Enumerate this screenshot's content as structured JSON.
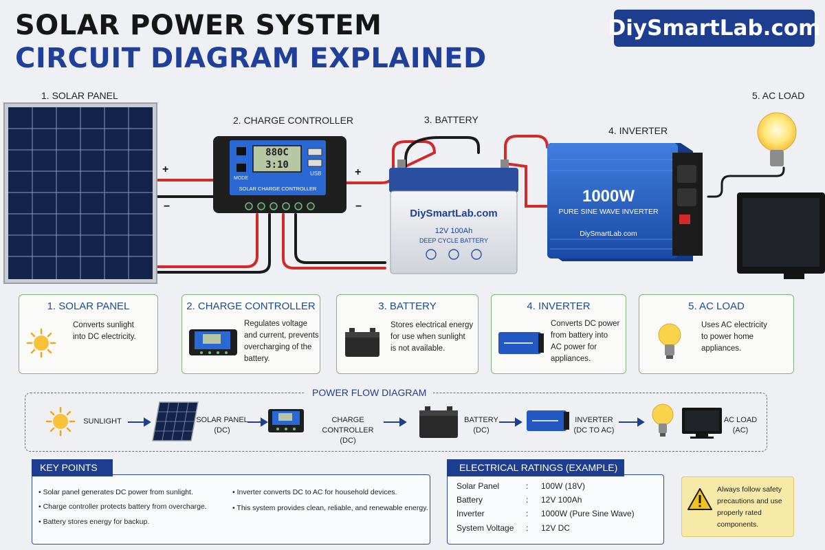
{
  "header": {
    "title_line1": "SOLAR POWER SYSTEM",
    "title_line2": "CIRCUIT DIAGRAM EXPLAINED",
    "brand": "DiySmartLab.com"
  },
  "diagram": {
    "labels": {
      "solar_panel": "1. SOLAR PANEL",
      "charge_controller": "2. CHARGE CONTROLLER",
      "battery": "3. BATTERY",
      "inverter": "4. INVERTER",
      "ac_load": "5. AC LOAD"
    },
    "plus": "+",
    "minus": "−",
    "controller": {
      "display_top": "880C",
      "display_bottom": "3:10",
      "name": "SOLAR CHARGE CONTROLLER",
      "usb": "USB",
      "mode": "MODE"
    },
    "battery": {
      "brand": "DiySmartLab.com",
      "rating": "12V 100Ah",
      "type": "DEEP CYCLE BATTERY"
    },
    "inverter": {
      "power": "1000W",
      "type": "PURE SINE WAVE INVERTER",
      "brand": "DiySmartLab.com"
    }
  },
  "cards": [
    {
      "title": "1. SOLAR PANEL",
      "desc": [
        "Converts sunlight",
        "into DC electricity."
      ]
    },
    {
      "title": "2. CHARGE CONTROLLER",
      "desc": [
        "Regulates voltage",
        "and current, prevents",
        "overcharging of the",
        "battery."
      ]
    },
    {
      "title": "3. BATTERY",
      "desc": [
        "Stores electrical energy",
        "for use when sunlight",
        "is not available."
      ]
    },
    {
      "title": "4. INVERTER",
      "desc": [
        "Converts DC power",
        "from battery into",
        "AC power for",
        "appliances."
      ]
    },
    {
      "title": "5. AC LOAD",
      "desc": [
        "Uses AC electricity",
        "to power home",
        "appliances."
      ]
    }
  ],
  "flow": {
    "title": "POWER FLOW DIAGRAM",
    "steps": [
      {
        "l1": "SUNLIGHT",
        "l2": ""
      },
      {
        "l1": "SOLAR PANEL",
        "l2": "(DC)"
      },
      {
        "l1": "CHARGE CONTROLLER",
        "l2": "(DC)"
      },
      {
        "l1": "BATTERY",
        "l2": "(DC)"
      },
      {
        "l1": "INVERTER",
        "l2": "(DC TO AC)"
      },
      {
        "l1": "AC LOAD",
        "l2": "(AC)"
      }
    ]
  },
  "key_points": {
    "title": "KEY POINTS",
    "items": [
      "Solar panel generates DC power from sunlight.",
      "Charge controller protects battery from overcharge.",
      "Battery stores energy for backup.",
      "Inverter converts DC to AC for household devices.",
      "This system provides clean, reliable, and renewable energy."
    ]
  },
  "ratings": {
    "title": "ELECTRICAL RATINGS (EXAMPLE)",
    "rows": [
      {
        "k": "Solar Panel",
        "v": "100W (18V)"
      },
      {
        "k": "Battery",
        "v": "12V 100Ah"
      },
      {
        "k": "Inverter",
        "v": "1000W (Pure Sine Wave)"
      },
      {
        "k": "System Voltage",
        "v": "12V DC"
      }
    ]
  },
  "safety": {
    "text": [
      "Always follow safety",
      "precautions and use",
      "properly rated",
      "components."
    ]
  },
  "colors": {
    "brand_blue": "#1d3d8f",
    "wire_red": "#d22a2a",
    "wire_black": "#1a1a1a",
    "card_border": "#7fb77b",
    "warning_bg": "#f7e9a8"
  }
}
